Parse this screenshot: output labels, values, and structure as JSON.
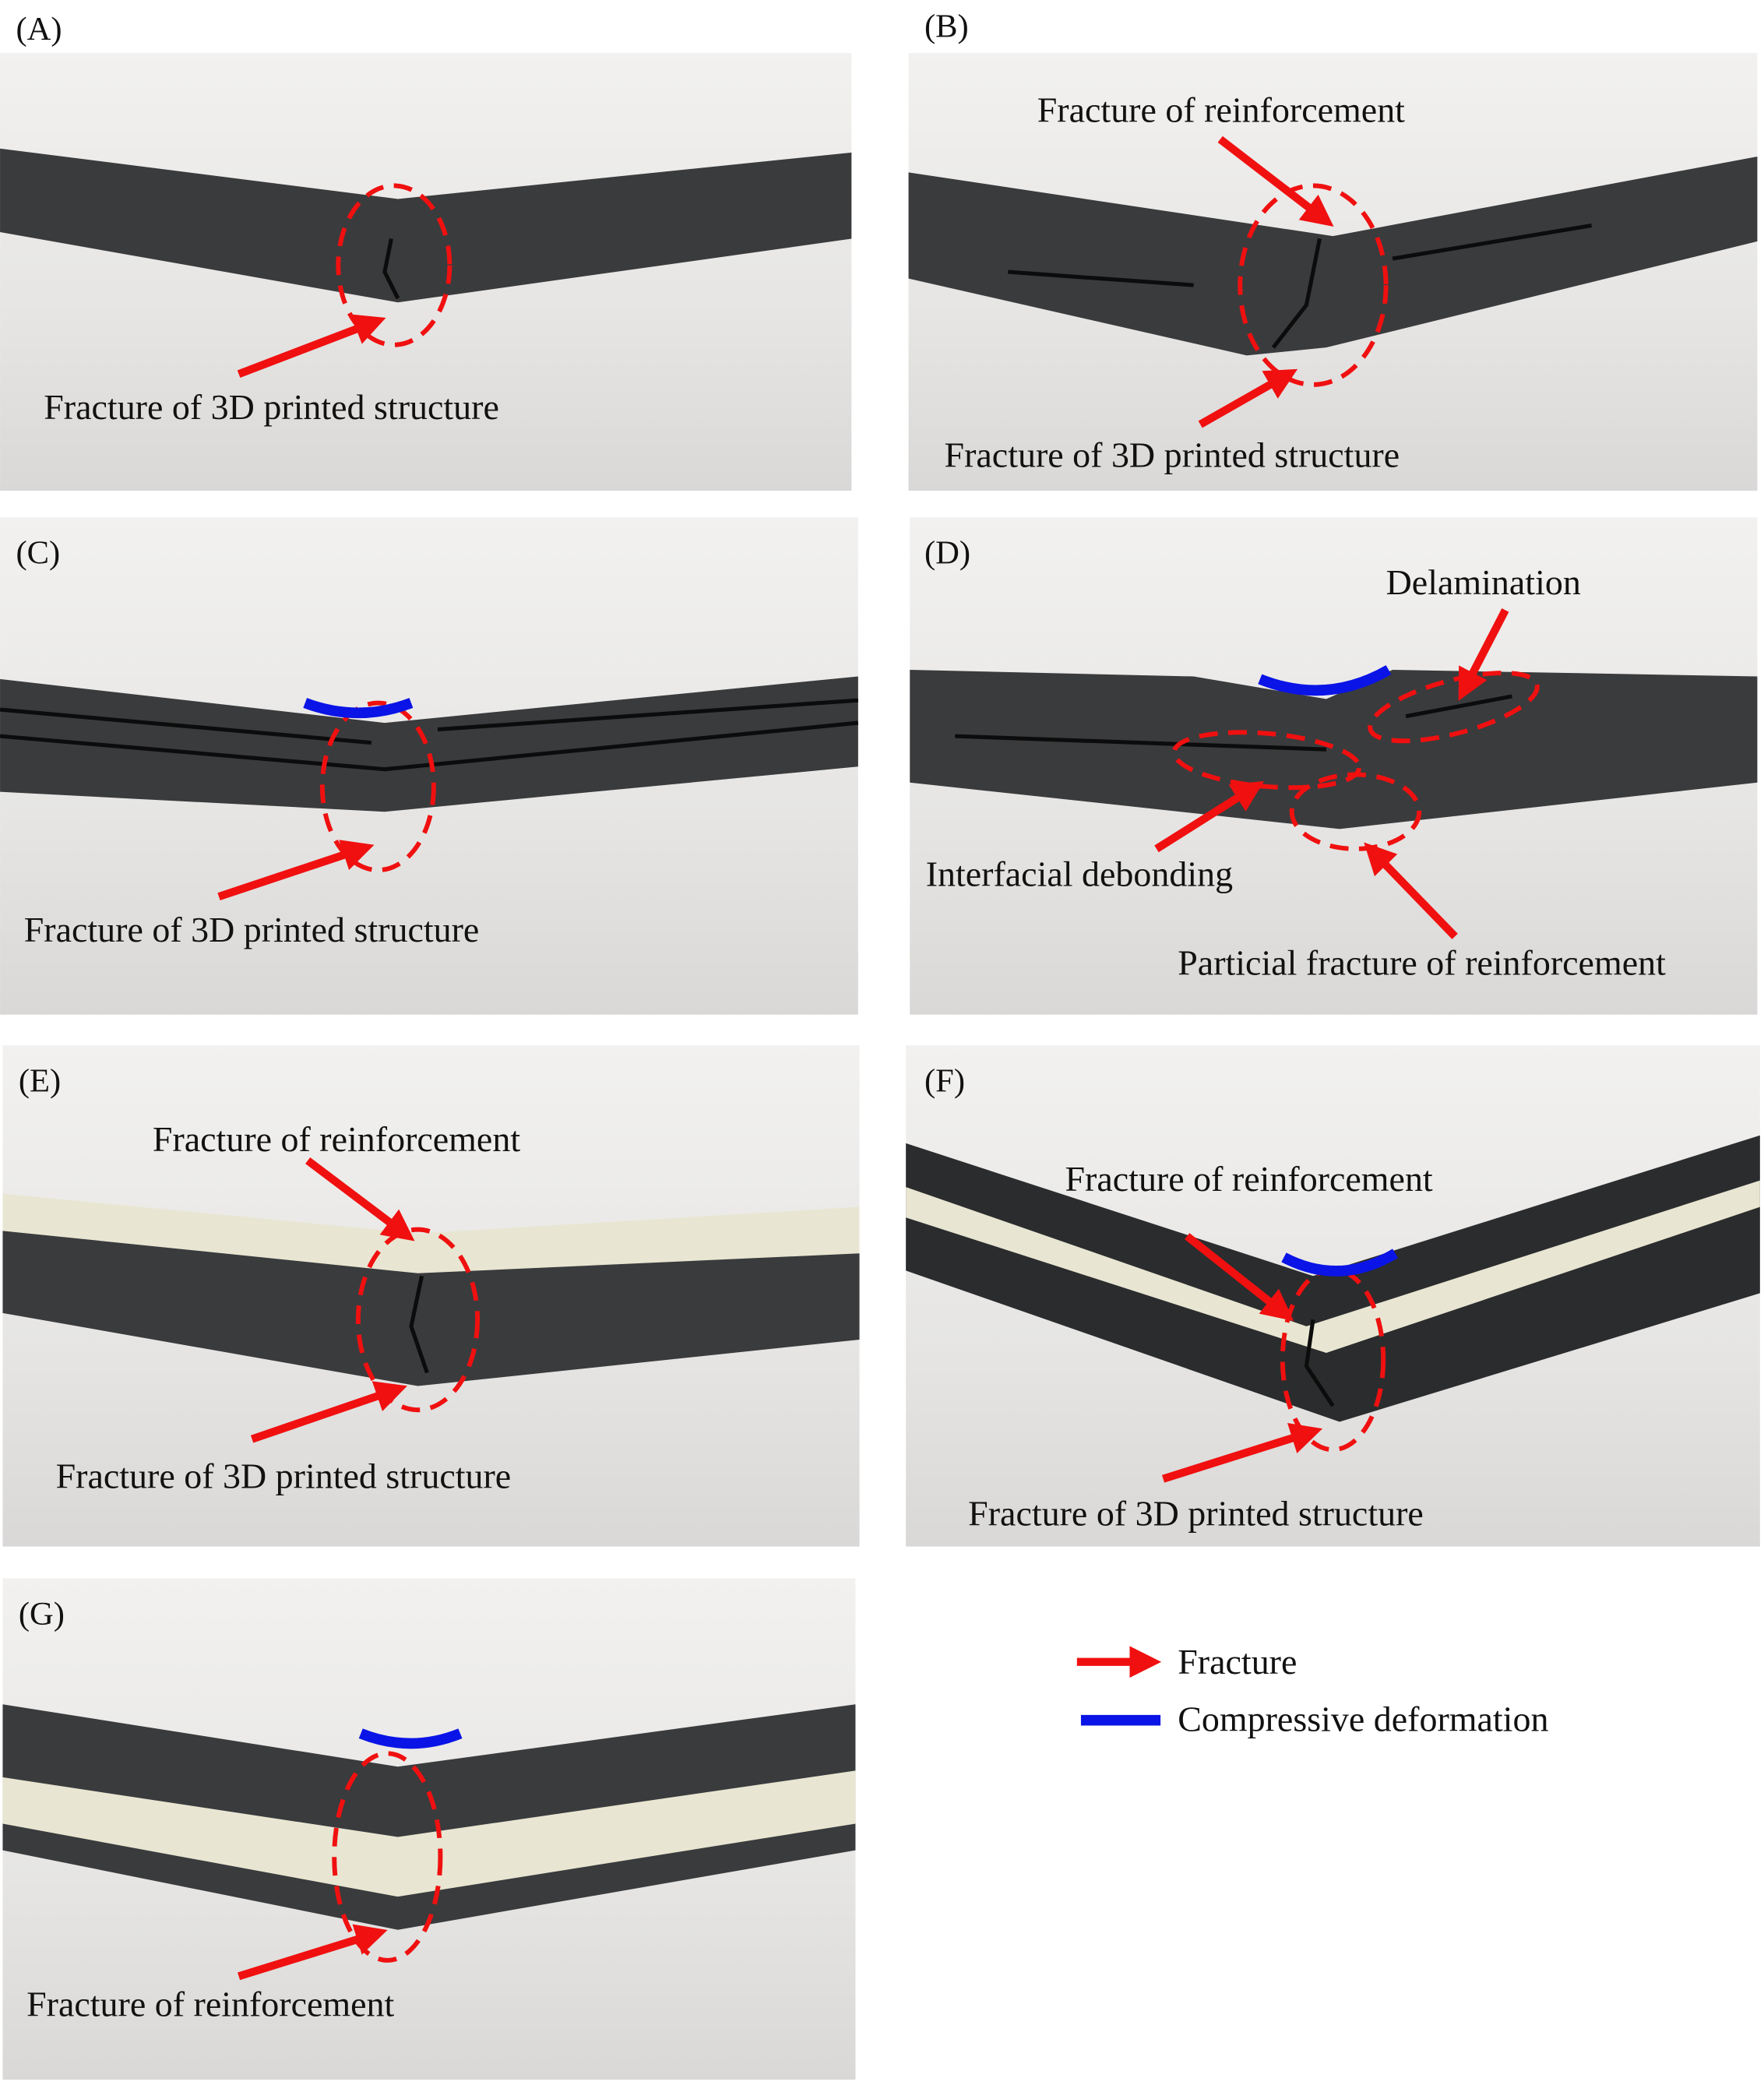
{
  "panels": [
    {
      "label": "(A)",
      "annotations": [
        "Fracture of 3D printed structure"
      ]
    },
    {
      "label": "(B)",
      "annotations": [
        "Fracture of reinforcement",
        "Fracture of 3D printed structure"
      ]
    },
    {
      "label": "(C)",
      "annotations": [
        "Fracture of 3D printed structure"
      ]
    },
    {
      "label": "(D)",
      "annotations": [
        "Delamination",
        "Interfacial debonding",
        "Particial fracture of reinforcement"
      ]
    },
    {
      "label": "(E)",
      "annotations": [
        "Fracture of reinforcement",
        "Fracture of 3D printed structure"
      ]
    },
    {
      "label": "(F)",
      "annotations": [
        "Fracture of reinforcement",
        "Fracture of 3D printed structure"
      ]
    },
    {
      "label": "(G)",
      "annotations": [
        "Fracture of reinforcement"
      ]
    }
  ],
  "legend": {
    "fracture": "Fracture",
    "compressive": "Compressive deformation"
  },
  "colors": {
    "fracture": "#f01010",
    "compressive": "#0a14e6"
  }
}
